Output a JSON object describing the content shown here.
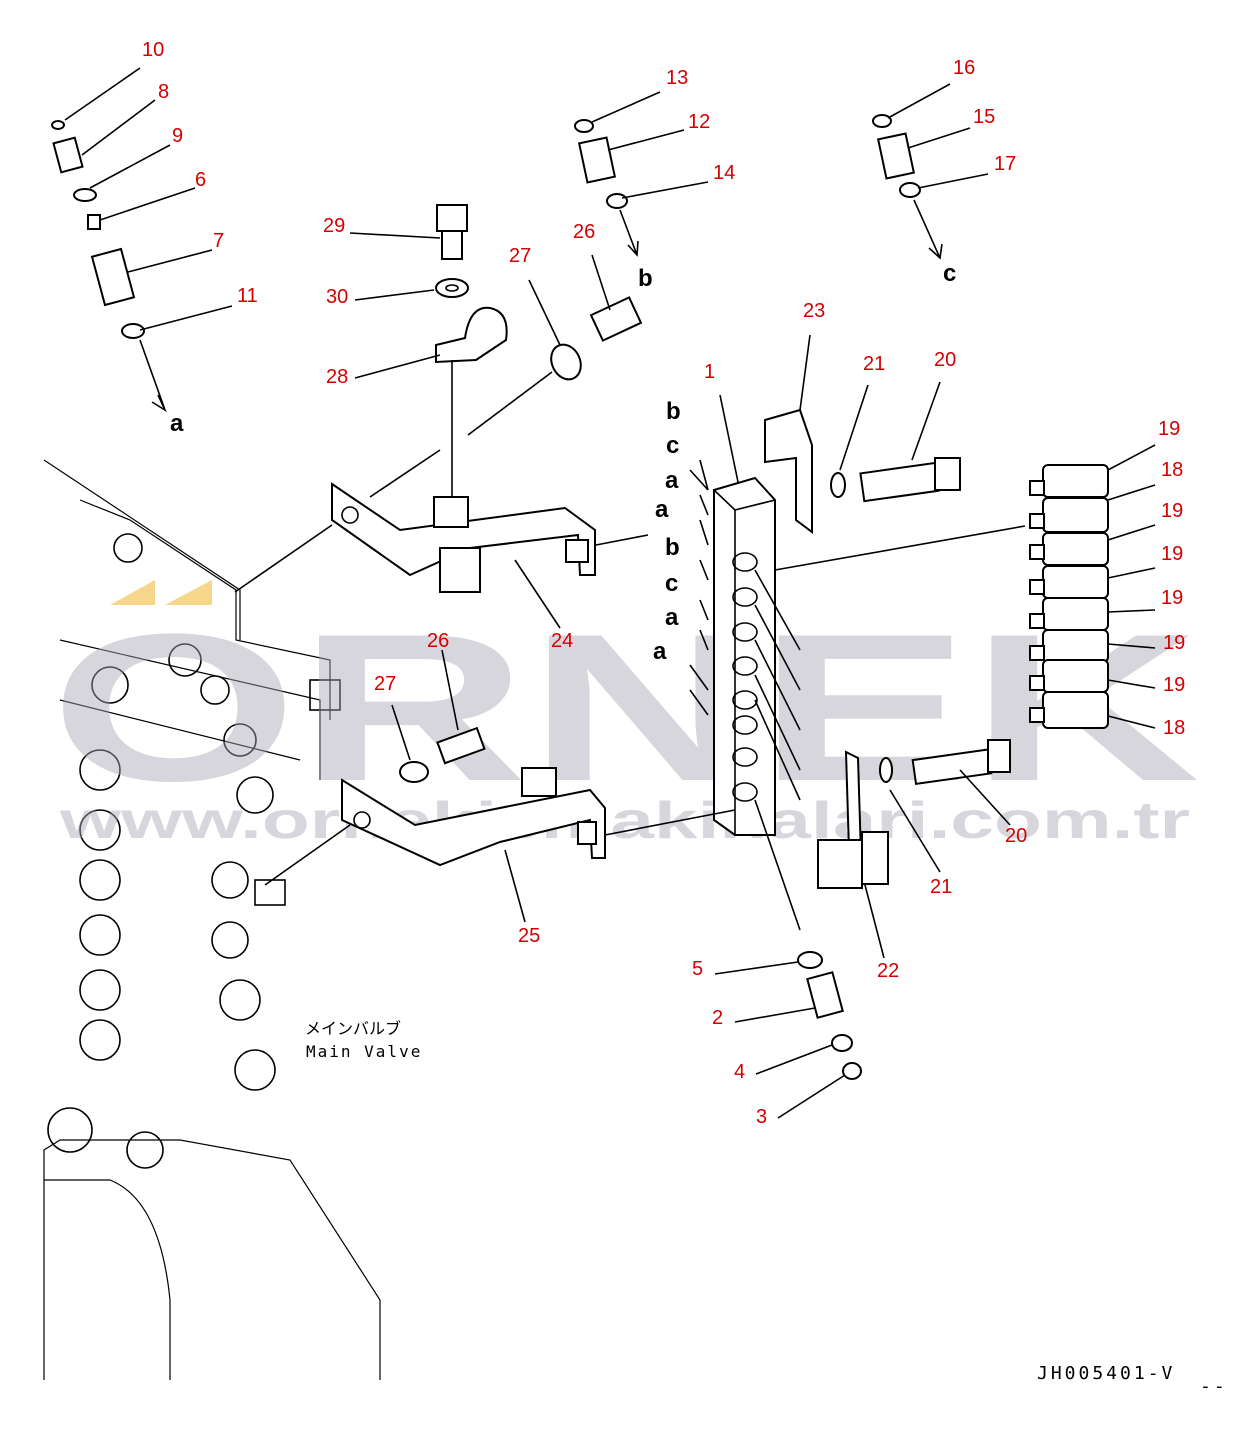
{
  "diagram": {
    "drawing_code": "JH005401-V",
    "corner_mark": "--",
    "main_valve_jp": "メインバルブ",
    "main_valve_en": "Main Valve",
    "watermark": {
      "brand": "ORNEK",
      "url": "www.ornekismakinalari.com.tr"
    }
  },
  "labels": [
    "10",
    "8",
    "9",
    "6",
    "7",
    "11",
    "13",
    "12",
    "14",
    "16",
    "15",
    "17",
    "29",
    "30",
    "28",
    "27",
    "26",
    "23",
    "1",
    "21",
    "20",
    "19",
    "18",
    "19",
    "19",
    "19",
    "19",
    "19",
    "18",
    "26",
    "27",
    "24",
    "25",
    "20",
    "21",
    "22",
    "5",
    "2",
    "4",
    "3"
  ],
  "port_letters": [
    "a",
    "b",
    "c",
    "b",
    "c",
    "a",
    "a",
    "b",
    "c",
    "a",
    "a"
  ],
  "colors": {
    "label": "#d40000",
    "line": "#000000",
    "watermark": "#a9a6b4",
    "accent": "#f5d68a"
  }
}
